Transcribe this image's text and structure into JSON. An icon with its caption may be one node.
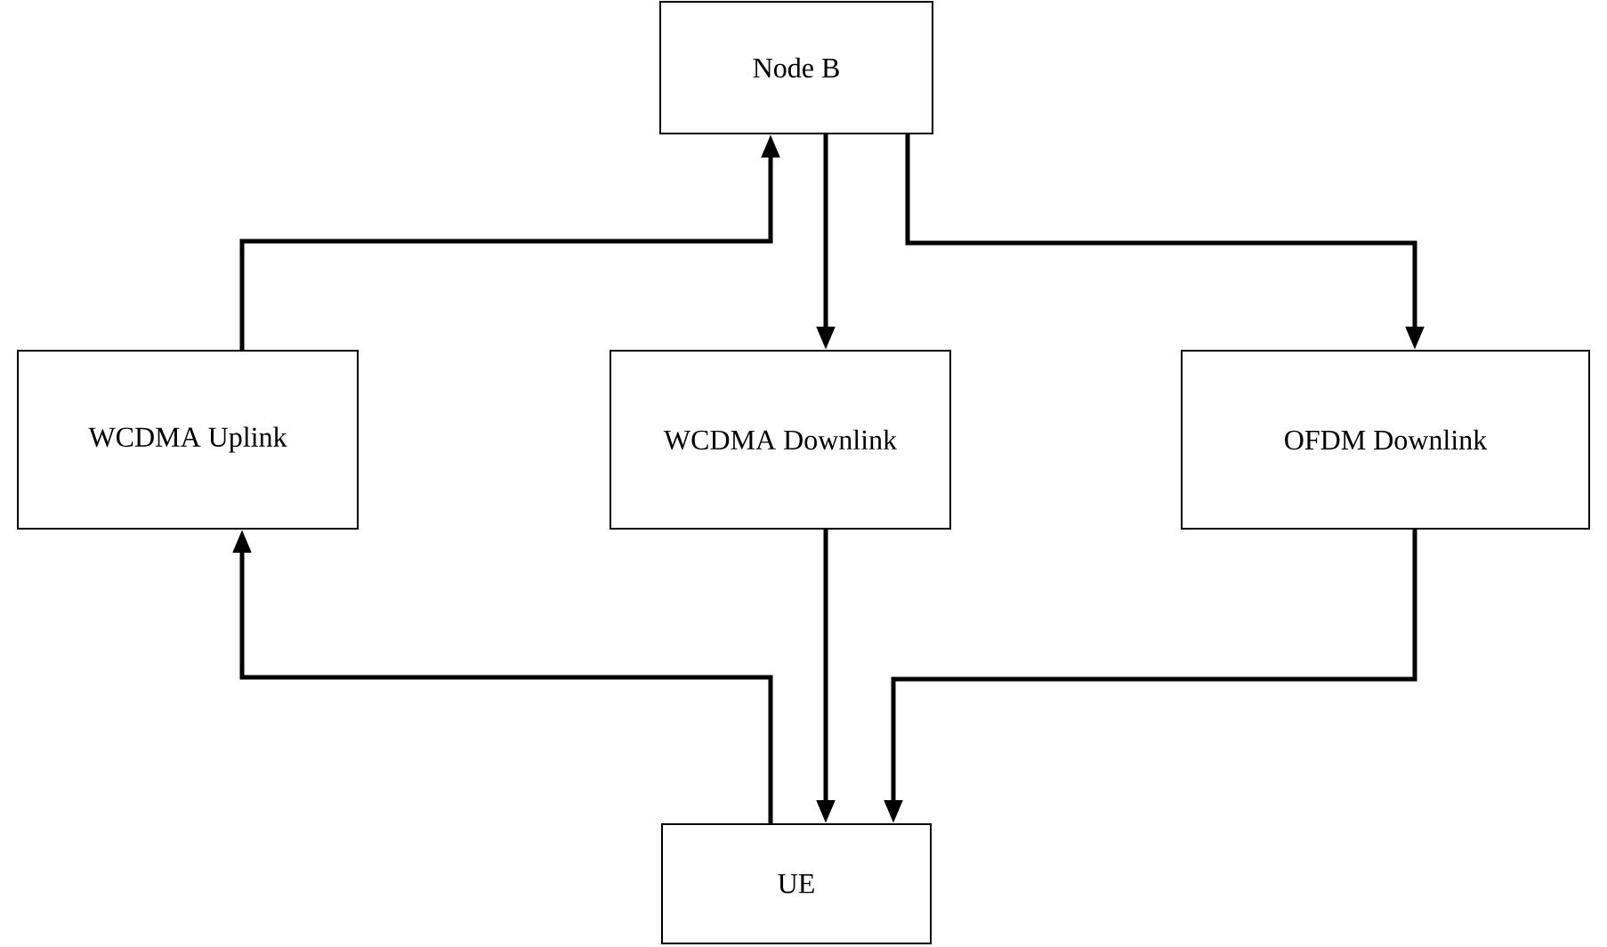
{
  "diagram": {
    "nodes": [
      {
        "text": [
          "Node B"
        ]
      },
      {
        "text": [
          "WCDMA Uplink"
        ]
      },
      {
        "text": [
          "WCDMA Downlink"
        ]
      },
      {
        "text": [
          "OFDM Downlink"
        ]
      },
      {
        "text": [
          "UE"
        ]
      }
    ],
    "edges": [
      {
        "from": 4,
        "to": 1,
        "arrow": "to"
      },
      {
        "from": 1,
        "to": 0,
        "arrow": "to"
      },
      {
        "from": 0,
        "to": 2,
        "arrow": "to"
      },
      {
        "from": 0,
        "to": 3,
        "arrow": "to"
      },
      {
        "from": 2,
        "to": 4,
        "arrow": "to"
      },
      {
        "from": 3,
        "to": 4,
        "arrow": "to"
      }
    ]
  }
}
